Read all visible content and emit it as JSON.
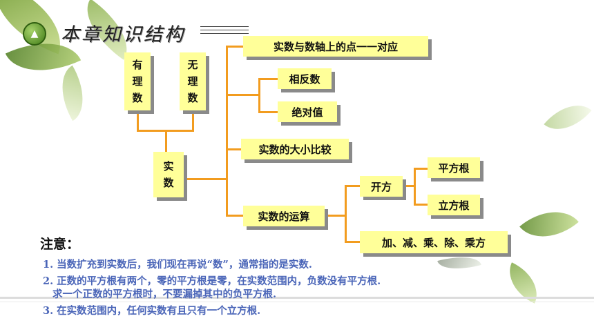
{
  "title": "本章知识结构",
  "nodes": {
    "youlishu": "有\n理\n数",
    "wulishu": "无\n理\n数",
    "shishu": "实\n数",
    "duiying": "实数与数轴上的点一一对应",
    "xiangfanshu": "相反数",
    "jueduizhi": "绝对值",
    "bijiao": "实数的大小比较",
    "yunsuan": "实数的运算",
    "kaifang": "开方",
    "pingfanggen": "平方根",
    "lifanggen": "立方根",
    "sizeyunsuan": "加、减、乘、除、乘方"
  },
  "notes": {
    "heading": "注意：",
    "lines": [
      "1. 当数扩充到实数后，我们现在再说“数”，通常指的是实数.",
      "2. 正数的平方根有两个，零的平方根是零，在实数范围内，负数没有平方根.",
      "   求一个正数的平方根时，不要漏掉其中的负平方根.",
      "3. 在实数范围内，任何实数有且只有一个立方根."
    ]
  },
  "colors": {
    "node_fill": "#ffff99",
    "connector": "#f29c1f",
    "shadow": "#8a8a8a",
    "notes_text": "#4a65b8"
  }
}
